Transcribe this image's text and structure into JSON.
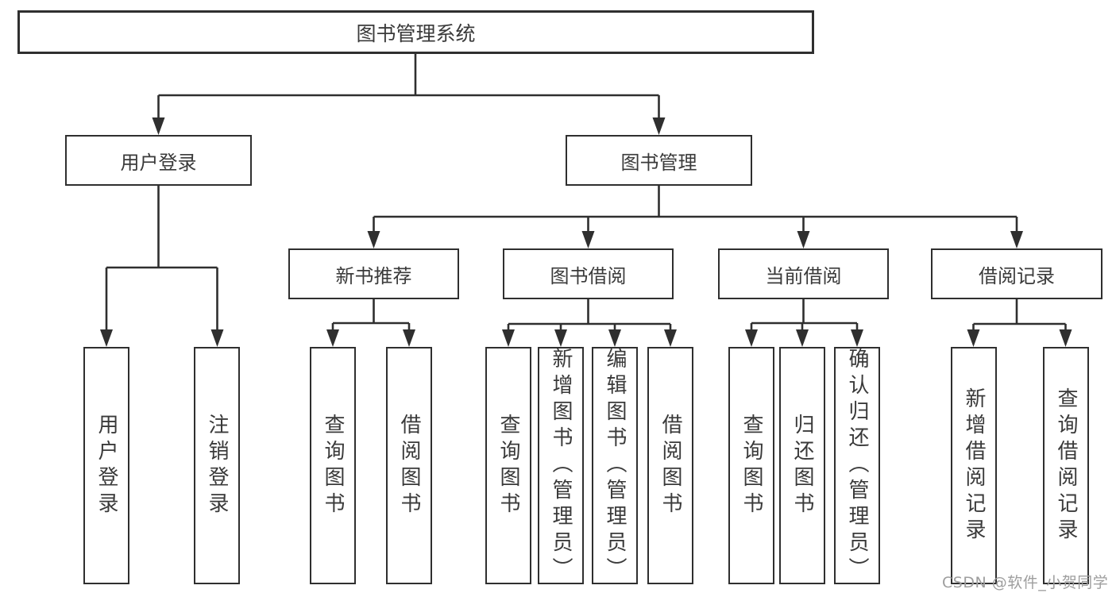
{
  "diagram_type": "hierarchy-tree",
  "colors": {
    "line": "#2f2f2f",
    "box_border": "#2f2f2f",
    "text": "#3a3a3a",
    "watermark": "#9e9e9e",
    "background": "#ffffff"
  },
  "tree": {
    "label": "图书管理系统",
    "children": [
      {
        "label": "用户登录",
        "children": [
          {
            "label": "用户登录"
          },
          {
            "label": "注销登录"
          }
        ]
      },
      {
        "label": "图书管理",
        "children": [
          {
            "label": "新书推荐",
            "children": [
              {
                "label": "查询图书"
              },
              {
                "label": "借阅图书"
              }
            ]
          },
          {
            "label": "图书借阅",
            "children": [
              {
                "label": "查询图书"
              },
              {
                "label": "新增图书（管理员）"
              },
              {
                "label": "编辑图书（管理员）"
              },
              {
                "label": "借阅图书"
              }
            ]
          },
          {
            "label": "当前借阅",
            "children": [
              {
                "label": "查询图书"
              },
              {
                "label": "归还图书"
              },
              {
                "label": "确认归还（管理员）"
              }
            ]
          },
          {
            "label": "借阅记录",
            "children": [
              {
                "label": "新增借阅记录"
              },
              {
                "label": "查询借阅记录"
              }
            ]
          }
        ]
      }
    ]
  },
  "watermark": {
    "text": "CSDN @软件_小贺同学"
  }
}
